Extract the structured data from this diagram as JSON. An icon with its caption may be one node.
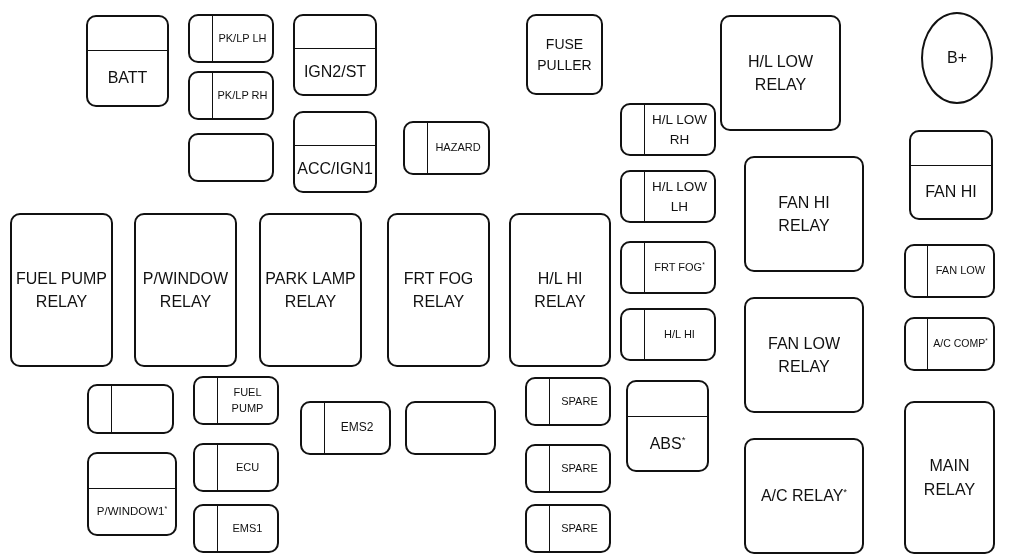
{
  "diagram": {
    "nodes": [
      {
        "text": [
          "BATT"
        ]
      },
      {
        "text": [
          "PK/LP LH"
        ]
      },
      {
        "text": [
          "PK/LP RH"
        ]
      },
      {
        "text": [],
        "shape": "box"
      },
      {
        "text": [
          "IGN2/ST"
        ]
      },
      {
        "text": [
          "ACC/IGN1"
        ]
      },
      {
        "text": [
          "HAZARD"
        ]
      },
      {
        "text": [
          "FUSE PULLER"
        ]
      },
      {
        "text": [
          "H/L LOW RELAY"
        ]
      },
      {
        "text": [
          "B+"
        ]
      },
      {
        "text": [
          "H/L LOW RH"
        ]
      },
      {
        "text": [
          "H/L LOW LH"
        ]
      },
      {
        "text": [
          "FAN HI RELAY"
        ]
      },
      {
        "text": [
          "FAN HI"
        ]
      },
      {
        "text": [
          "FUEL PUMP RELAY"
        ]
      },
      {
        "text": [
          "P/WINDOW RELAY"
        ]
      },
      {
        "text": [
          "PARK LAMP RELAY"
        ]
      },
      {
        "text": [
          "FRT FOG RELAY"
        ]
      },
      {
        "text": [
          "H/L HI RELAY"
        ]
      },
      {
        "text": [
          "FRT FOG$^{*}$"
        ]
      },
      {
        "text": [
          "FAN LOW"
        ]
      },
      {
        "text": [
          "H/L HI"
        ]
      },
      {
        "text": [
          "FAN LOW RELAY"
        ]
      },
      {
        "text": [
          "A/C COMP$^{*}$"
        ]
      },
      {
        "text": [],
        "shape": "box"
      },
      {
        "text": [
          "FUEL PUMP"
        ]
      },
      {
        "text": [
          "EMS2"
        ]
      },
      {
        "text": [],
        "shape": "box"
      },
      {
        "text": [
          "SPARE"
        ]
      },
      {
        "text": [
          "ABS$^{*}$"
        ]
      },
      {
        "text": [
          "A/C RELAY$^{*}$"
        ]
      },
      {
        "text": [
          "MAIN RELAY"
        ]
      },
      {
        "text": [
          "P/WINDOW1$^{*}$"
        ]
      },
      {
        "text": [
          "ECU"
        ]
      },
      {
        "text": [
          "SPARE"
        ]
      },
      {
        "text": [
          "EMS1"
        ]
      },
      {
        "text": [
          "SPARE"
        ]
      }
    ]
  }
}
